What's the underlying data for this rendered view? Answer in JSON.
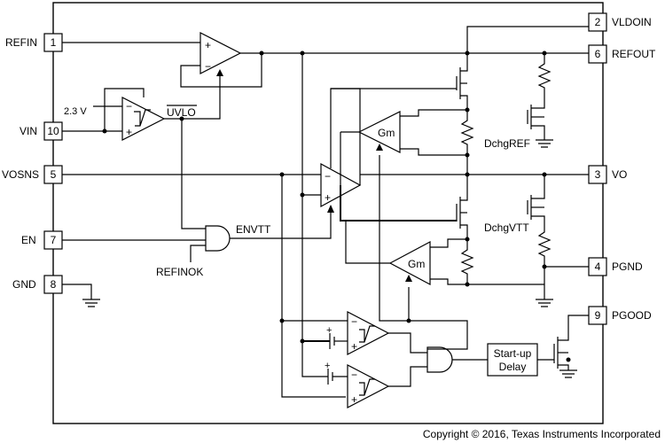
{
  "pins_left": [
    {
      "num": "1",
      "name": "REFIN"
    },
    {
      "num": "10",
      "name": "VIN"
    },
    {
      "num": "5",
      "name": "VOSNS"
    },
    {
      "num": "7",
      "name": "EN"
    },
    {
      "num": "8",
      "name": "GND"
    }
  ],
  "pins_right": [
    {
      "num": "2",
      "name": "VLDOIN"
    },
    {
      "num": "6",
      "name": "REFOUT"
    },
    {
      "num": "3",
      "name": "VO"
    },
    {
      "num": "4",
      "name": "PGND"
    },
    {
      "num": "9",
      "name": "PGOOD"
    }
  ],
  "labels": {
    "uvlo_ref": "2.3 V",
    "uvlo": "UVLO",
    "envtt": "ENVTT",
    "refinok": "REFINOK",
    "gm_top": "Gm",
    "gm_bottom": "Gm",
    "dchg_ref": "DchgREF",
    "dchg_vtt": "DchgVTT",
    "startup_line1": "Start-up",
    "startup_line2": "Delay",
    "plus": "+",
    "minus": "−"
  },
  "copyright": "Copyright © 2016, Texas Instruments Incorporated"
}
